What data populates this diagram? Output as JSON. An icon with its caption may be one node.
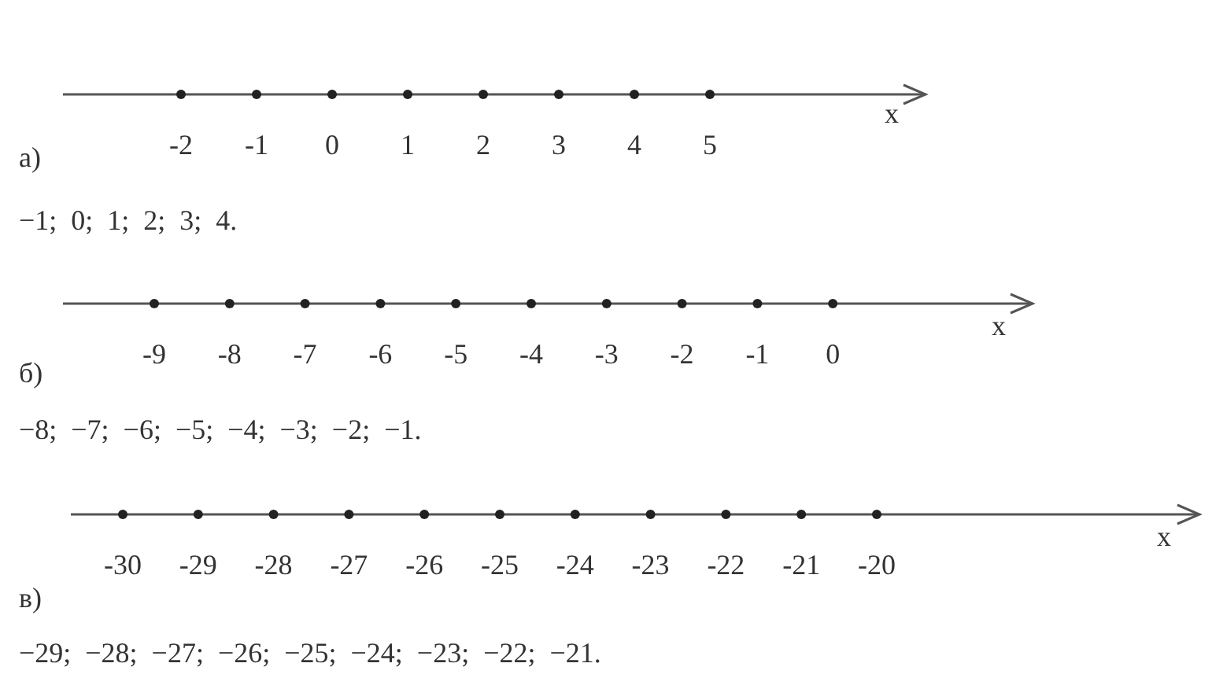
{
  "diagram": {
    "labels": [
      "x",
      "-2",
      "-1",
      "0",
      "1",
      "2",
      "3",
      "4",
      "5",
      "а)",
      "−1;  0;  1;  2;  3;  4.",
      "x",
      "-9",
      "-8",
      "-7",
      "-6",
      "-5",
      "-4",
      "-3",
      "-2",
      "-1",
      "0",
      "б)",
      "−8;  −7;  −6;  −5;  −4;  −3;  −2;  −1.",
      "x",
      "-30",
      "-29",
      "-28",
      "-27",
      "-26",
      "-25",
      "-24",
      "-23",
      "-22",
      "-21",
      "-20",
      "в)",
      "−29;  −28;  −27;  −26;  −25;  −24;  −23;  −22;  −21."
    ]
  }
}
